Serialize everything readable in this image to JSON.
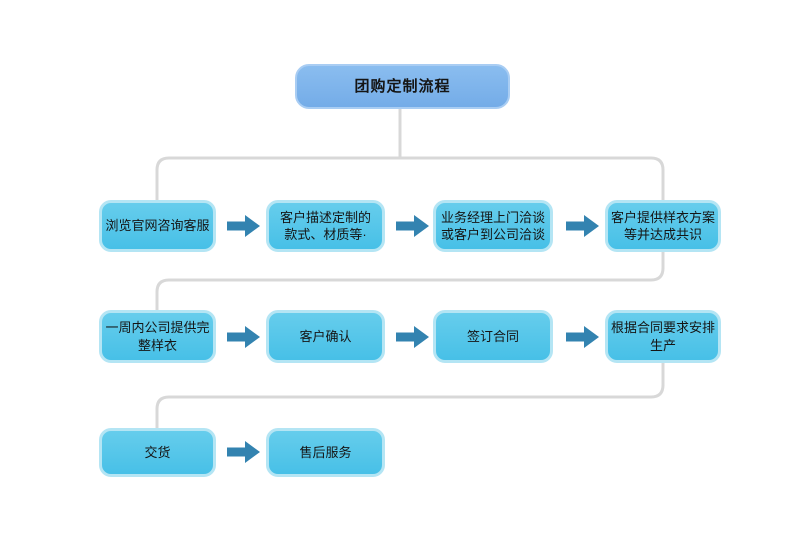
{
  "title": "团购定制流程",
  "colors": {
    "title_fill": "#74ace8",
    "title_fill_light": "#8abdef",
    "title_border": "#a9cdf3",
    "box_fill": "#47c0e7",
    "box_fill_light": "#66cdec",
    "box_border": "#b4e5f4",
    "arrow": "#3383b0",
    "connector": "#d8d8d8",
    "text": "#151515"
  },
  "icons": {
    "arrow": "block-arrow-right"
  },
  "flow": {
    "rows": [
      {
        "boxes": [
          "浏览官网咨询客服",
          "客户描述定制的\n款式、材质等·",
          "业务经理上门洽谈\n或客户到公司洽谈",
          "客户提供样衣方案\n等并达成共识"
        ]
      },
      {
        "boxes": [
          "一周内公司提供完\n整样衣",
          "客户确认",
          "签订合同",
          "根据合同要求安排\n生产"
        ]
      },
      {
        "boxes": [
          "交货",
          "售后服务"
        ]
      }
    ]
  }
}
